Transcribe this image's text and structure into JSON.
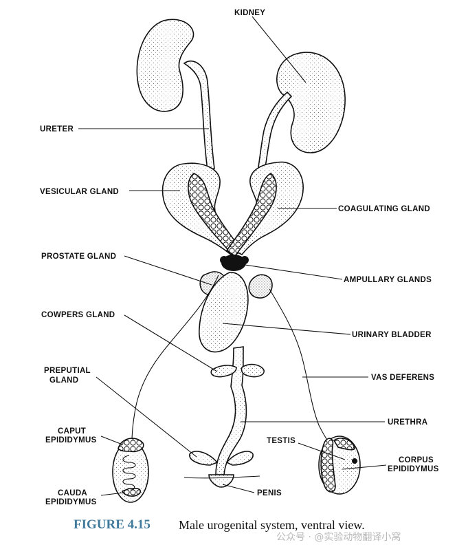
{
  "labels": {
    "kidney": "KIDNEY",
    "ureter": "URETER",
    "vesicular_gland": "VESICULAR GLAND",
    "coagulating_gland": "COAGULATING GLAND",
    "prostate_gland": "PROSTATE GLAND",
    "ampullary_glands": "AMPULLARY GLANDS",
    "cowpers_gland": "COWPERS GLAND",
    "urinary_bladder": "URINARY BLADDER",
    "preputial_gland_1": "PREPUTIAL",
    "preputial_gland_2": "GLAND",
    "vas_deferens": "VAS DEFERENS",
    "urethra": "URETHRA",
    "caput_epididymus_1": "CAPUT",
    "caput_epididymus_2": "EPIDIDYMUS",
    "testis": "TESTIS",
    "corpus_epididymus_1": "CORPUS",
    "corpus_epididymus_2": "EPIDIDYMUS",
    "cauda_epididymus_1": "CAUDA",
    "cauda_epididymus_2": "EPIDIDYMUS",
    "penis": "PENIS"
  },
  "caption": {
    "figure_number": "FIGURE 4.15",
    "title": "Male urogenital system, ventral view."
  },
  "watermark": "公众号 · @实验动物翻译小窝",
  "colors": {
    "caption_number": "#3f7a9c",
    "line": "#111111"
  }
}
